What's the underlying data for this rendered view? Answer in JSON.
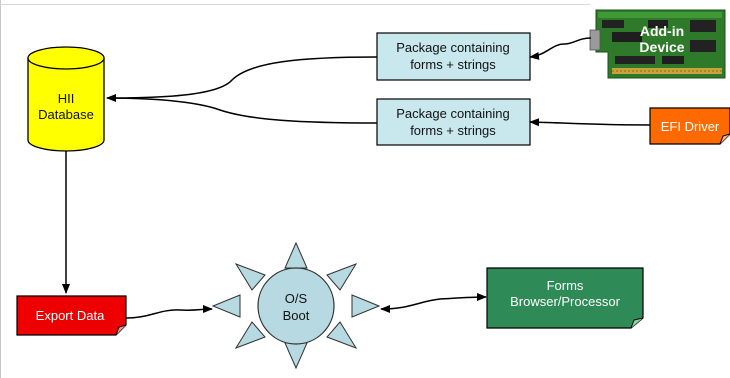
{
  "nodes": {
    "hii_database": {
      "line1": "HII",
      "line2": "Database"
    },
    "package_top": {
      "line1": "Package containing",
      "line2": "forms + strings"
    },
    "package_bottom": {
      "line1": "Package containing",
      "line2": "forms + strings"
    },
    "addin_device": {
      "line1": "Add-in",
      "line2": "Device"
    },
    "efi_driver": {
      "label": "EFI Driver"
    },
    "export_data": {
      "label": "Export Data"
    },
    "os_boot": {
      "line1": "O/S",
      "line2": "Boot"
    },
    "forms_browser": {
      "line1": "Forms",
      "line2": "Browser/Processor"
    }
  },
  "colors": {
    "database": "#ffff00",
    "package": "#c8e8ee",
    "efi_driver": "#ff6a00",
    "export_data": "#ee0000",
    "forms_browser": "#2e8b57",
    "sun": "#b7d9e2",
    "pcb": "#2f7a2a"
  }
}
